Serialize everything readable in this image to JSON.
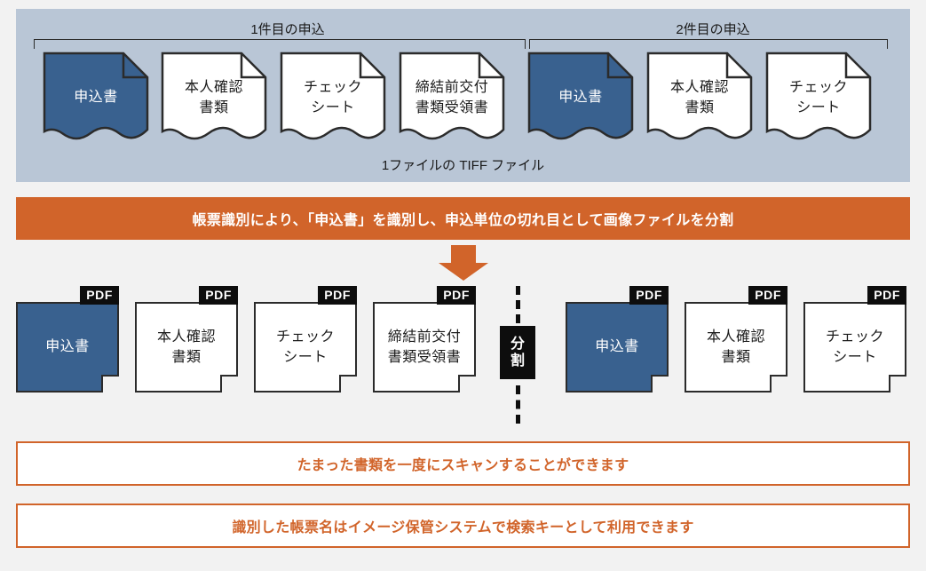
{
  "top_panel": {
    "group_labels": [
      {
        "text": "1件目の申込"
      },
      {
        "text": "2件目の申込"
      }
    ],
    "caption": "1ファイルの TIFF ファイル",
    "documents": [
      {
        "label": "申込書",
        "style": "blue"
      },
      {
        "label": "本人確認\n書類",
        "line1": "本人確認",
        "line2": "書類",
        "style": "white"
      },
      {
        "label": "チェック\nシート",
        "line1": "チェック",
        "line2": "シート",
        "style": "white"
      },
      {
        "label": "締結前交付\n書類受領書",
        "line1": "締結前交付",
        "line2": "書類受領書",
        "style": "white"
      },
      {
        "label": "申込書",
        "style": "blue"
      },
      {
        "label": "本人確認\n書類",
        "line1": "本人確認",
        "line2": "書類",
        "style": "white"
      },
      {
        "label": "チェック\nシート",
        "line1": "チェック",
        "line2": "シート",
        "style": "white"
      }
    ]
  },
  "band": {
    "text": "帳票識別により、「申込書」を識別し、申込単位の切れ目として画像ファイルを分割"
  },
  "pdf_row": {
    "badge_label": "PDF",
    "items": [
      {
        "line1": "申込書",
        "line2": "",
        "style": "blue"
      },
      {
        "line1": "本人確認",
        "line2": "書類",
        "style": "white"
      },
      {
        "line1": "チェック",
        "line2": "シート",
        "style": "white"
      },
      {
        "line1": "締結前交付",
        "line2": "書類受領書",
        "style": "white"
      },
      {
        "line1": "申込書",
        "line2": "",
        "style": "blue"
      },
      {
        "line1": "本人確認",
        "line2": "書類",
        "style": "white"
      },
      {
        "line1": "チェック",
        "line2": "シート",
        "style": "white"
      }
    ]
  },
  "split_marker": {
    "label_line1": "分",
    "label_line2": "割"
  },
  "notes": [
    {
      "text": "たまった書類を一度にスキャンすることができます"
    },
    {
      "text": "識別した帳票名はイメージ保管システムで検索キーとして利用できます"
    }
  ],
  "colors": {
    "panel_bg": "#b9c6d6",
    "accent_orange": "#d1642a",
    "doc_blue": "#39618f",
    "outline": "#2b2b2b",
    "page_bg": "#f2f2f2",
    "badge_bg": "#0d0d0d"
  }
}
